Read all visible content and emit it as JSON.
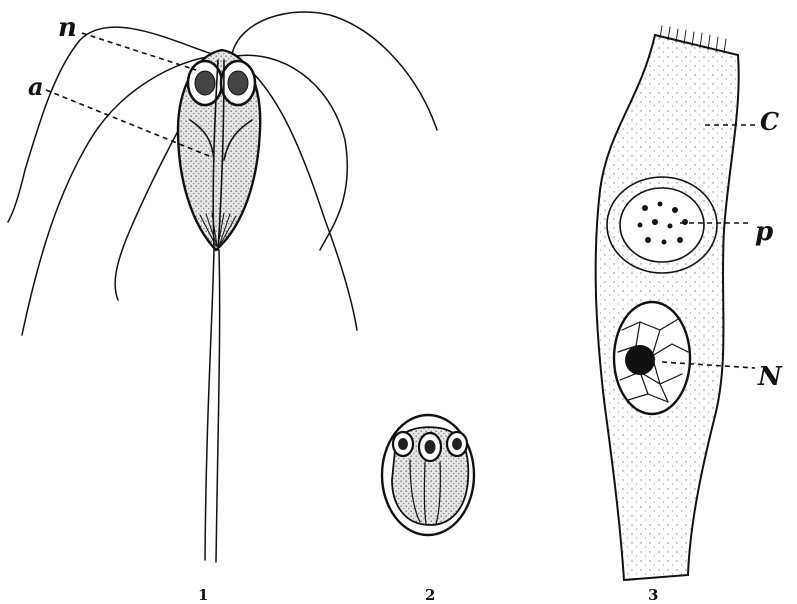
{
  "figures": [
    {
      "number": "1",
      "labels": {
        "n": "n",
        "a": "a"
      }
    },
    {
      "number": "2"
    },
    {
      "number": "3",
      "labels": {
        "c": "C",
        "p": "p",
        "N": "N"
      }
    }
  ],
  "colors": {
    "ink": "#111111",
    "stipple": "#9a9a9a",
    "paper": "#ffffff"
  }
}
